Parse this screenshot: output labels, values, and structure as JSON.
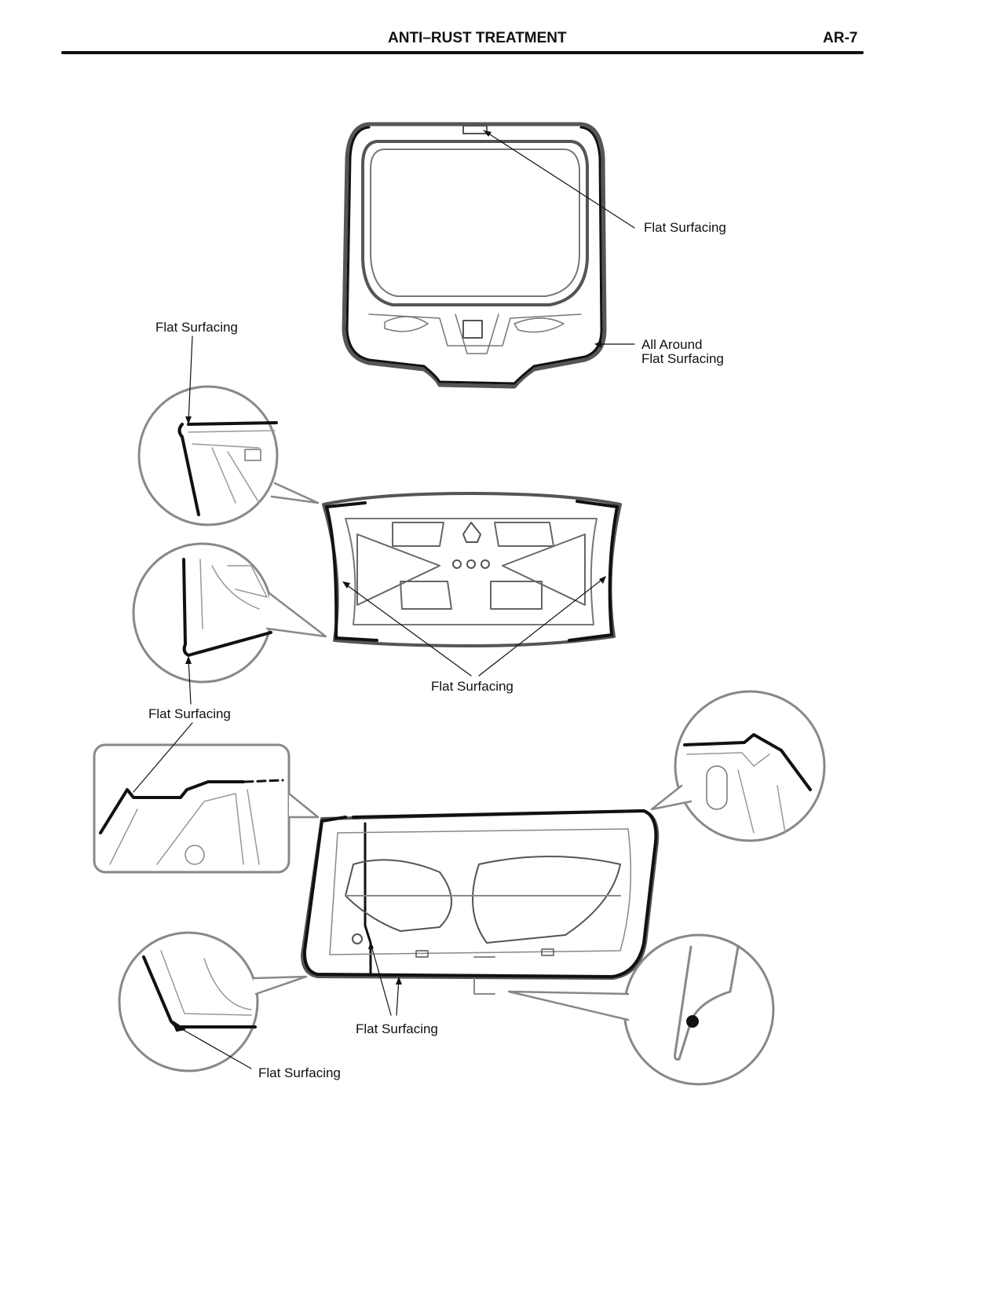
{
  "header": {
    "title": "ANTI–RUST TREATMENT",
    "page_number": "AR-7"
  },
  "labels": {
    "back_door_top": "Flat Surfacing",
    "back_door_all_around_1": "All Around",
    "back_door_all_around_2": "Flat Surfacing",
    "detail_upper_left": "Flat Surfacing",
    "trunk_lid": "Flat Surfacing",
    "detail_lower_left": "Flat Surfacing",
    "door_bottom": "Flat Surfacing",
    "door_detail_bottom": "Flat Surfacing"
  }
}
